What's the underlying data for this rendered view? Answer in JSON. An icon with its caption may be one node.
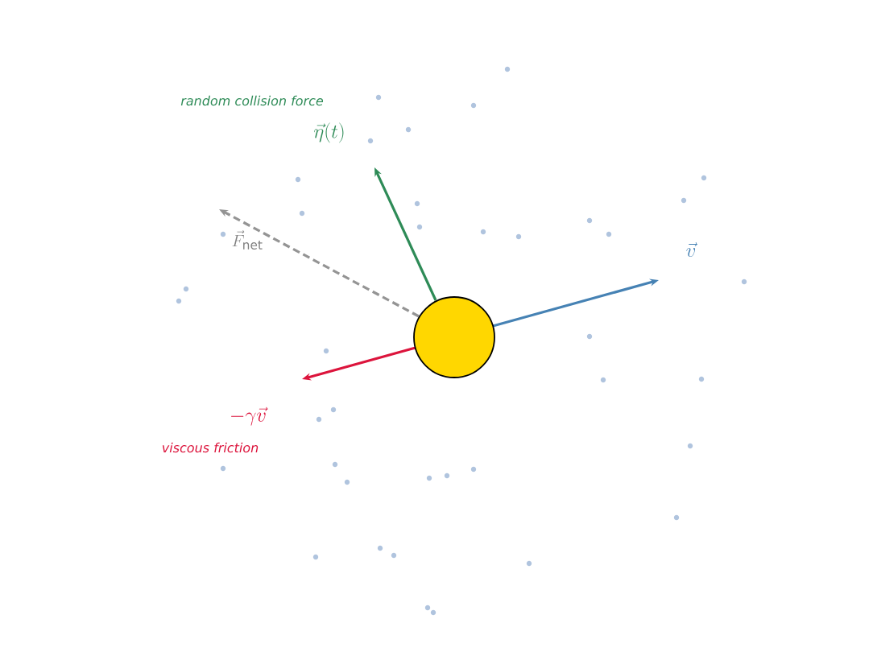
{
  "diagram": {
    "labels": [
      "random collision force",
      "\\vec{\\eta}(t)",
      "\\vec{F}_{\\mathrm{net}}",
      "\\vec{v}",
      "-\\gamma\\vec{v}",
      "viscous friction"
    ]
  }
}
